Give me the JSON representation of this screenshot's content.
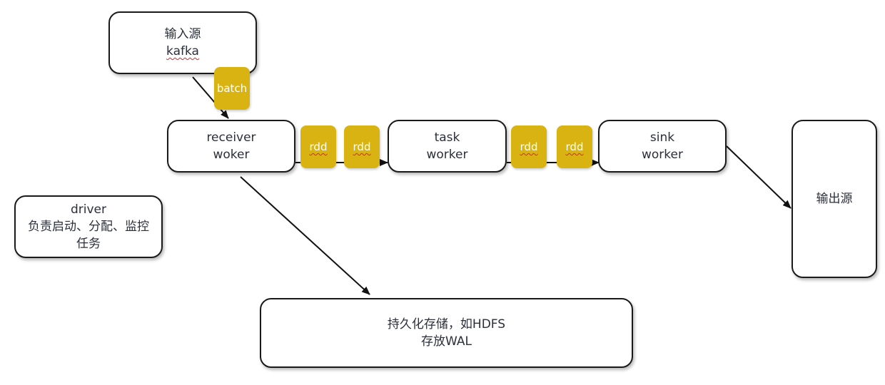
{
  "nodes": {
    "input_source": {
      "line1": "输入源",
      "line2": "kafka"
    },
    "receiver": {
      "line1": "receiver",
      "line2": "woker"
    },
    "task": {
      "line1": "task",
      "line2": "worker"
    },
    "sink": {
      "line1": "sink",
      "line2": "worker"
    },
    "output": {
      "line1": "输出源"
    },
    "driver": {
      "line1": "driver",
      "line2": "负责启动、分配、监控",
      "line3": "任务"
    },
    "storage": {
      "line1": "持久化存储，如HDFS",
      "line2": "存放WAL"
    }
  },
  "chips": {
    "batch": "batch",
    "rdd_1": "rdd",
    "rdd_2": "rdd",
    "rdd_3": "rdd",
    "rdd_4": "rdd"
  },
  "colors": {
    "chip_fill": "#d9b312",
    "border": "#1a1a1a",
    "text": "#2a2f3a"
  }
}
